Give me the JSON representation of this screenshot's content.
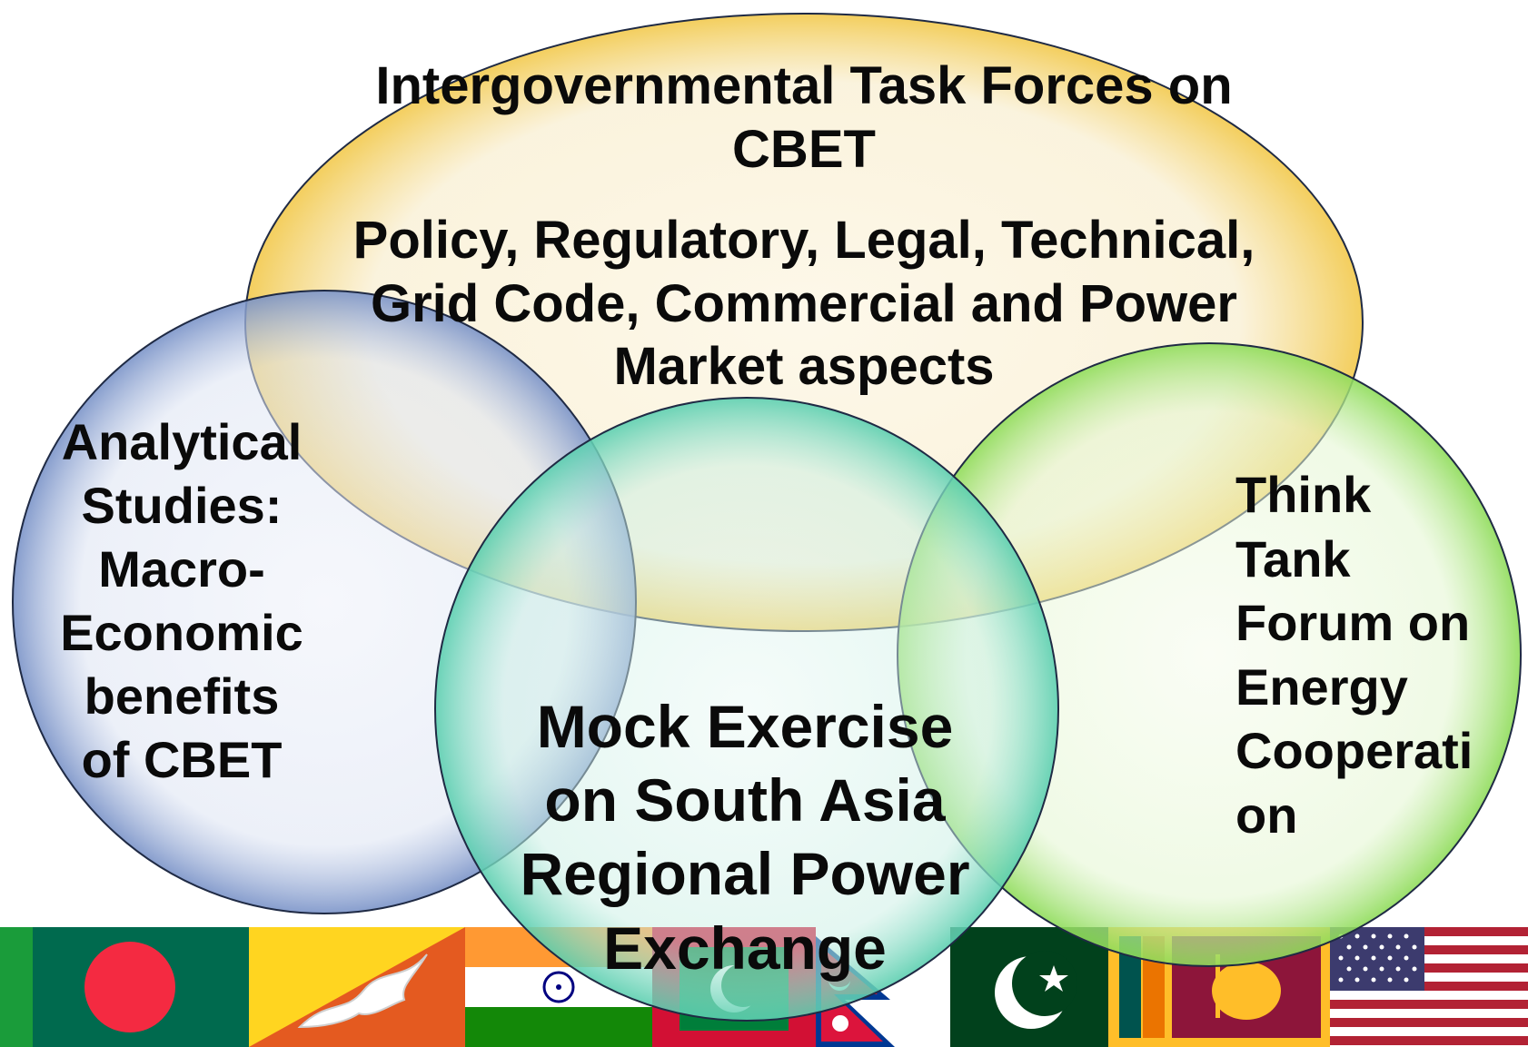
{
  "diagram": {
    "top_circle": {
      "title": "Intergovernmental Task Forces on\nCBET",
      "subtitle": "Policy, Regulatory, Legal, Technical,\nGrid Code, Commercial and Power\nMarket aspects",
      "color": "#f2c94c"
    },
    "left_circle": {
      "text": "Analytical\nStudies:\nMacro-\nEconomic\nbenefits\nof CBET",
      "color": "#7a93c8"
    },
    "center_circle": {
      "text": "Mock Exercise\non South Asia\nRegional Power\nExchange",
      "color": "#5ccfb0"
    },
    "right_circle": {
      "text": "Think\nTank\nForum on\nEnergy\nCooperati\non",
      "color": "#8fdc5a"
    }
  },
  "flags": [
    "Bangladesh",
    "Bhutan",
    "India",
    "Maldives",
    "Nepal",
    "Pakistan",
    "Sri Lanka",
    "United States"
  ]
}
